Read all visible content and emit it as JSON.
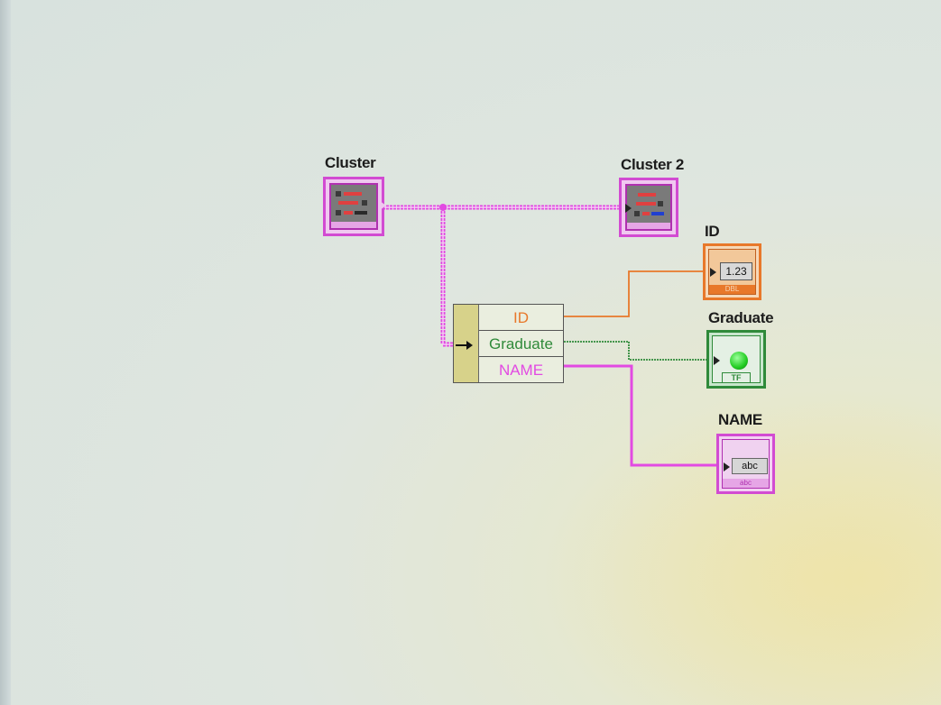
{
  "diagram": {
    "cluster_control": {
      "label": "Cluster",
      "icon": "cluster-control-icon"
    },
    "cluster_indicator": {
      "label": "Cluster 2",
      "icon": "cluster-indicator-icon"
    },
    "unbundle_by_name": {
      "icon": "unbundle-by-name-icon",
      "elements": [
        "ID",
        "Graduate",
        "NAME"
      ]
    },
    "id_indicator": {
      "label": "ID",
      "value_text": "1.23",
      "type_text": "DBL",
      "color": "#e8782a"
    },
    "graduate_indicator": {
      "label": "Graduate",
      "type_text": "TF",
      "color": "#2f8a3a",
      "led_color": "#22cc22"
    },
    "name_indicator": {
      "label": "NAME",
      "value_text": "abc",
      "type_text": "abc",
      "color": "#d24bd2"
    }
  },
  "colors": {
    "cluster_wire": "#e24ae2",
    "numeric_wire": "#e8782a",
    "boolean_wire": "#2f8a3a",
    "string_wire": "#e24ae2",
    "background": "#dfe6df"
  }
}
